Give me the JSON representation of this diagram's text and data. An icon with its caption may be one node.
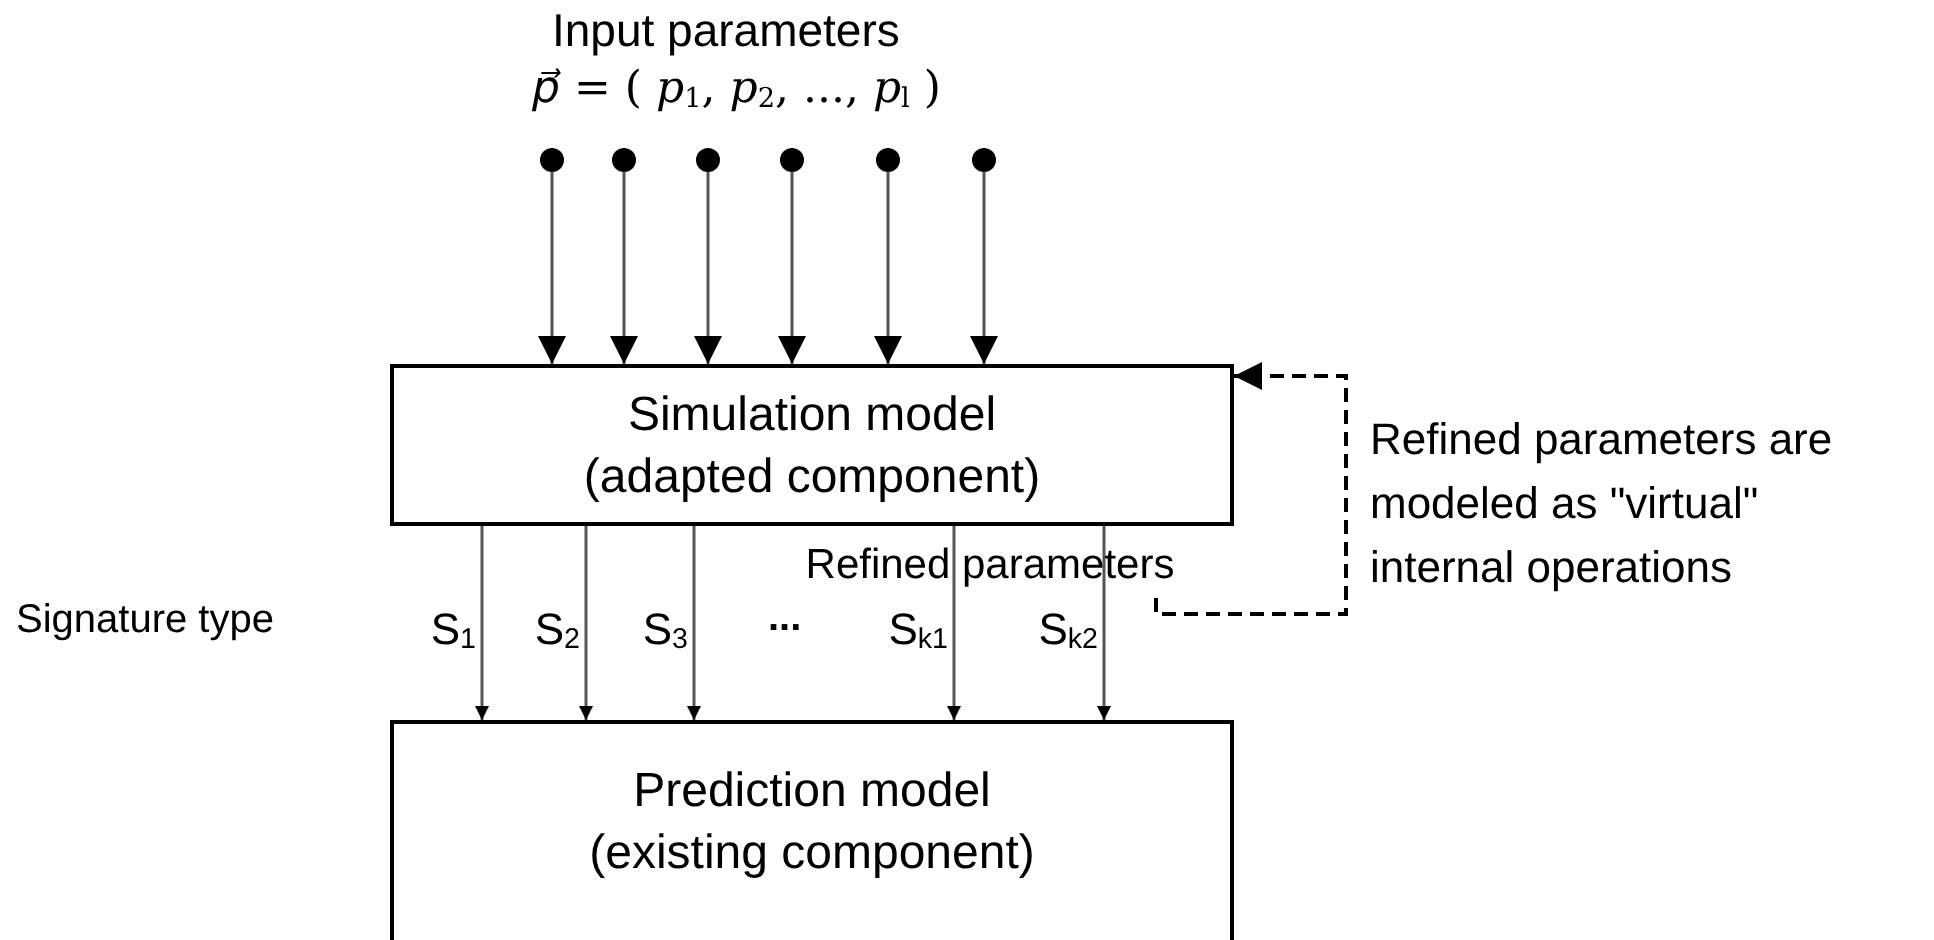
{
  "diagram": {
    "nodes": [
      {
        "text": [],
        "shape": "circle"
      },
      {
        "text": [],
        "shape": "circle"
      },
      {
        "text": [],
        "shape": "circle"
      },
      {
        "text": [],
        "shape": "circle"
      },
      {
        "text": [],
        "shape": "circle"
      },
      {
        "text": [],
        "shape": "circle"
      },
      {
        "text": [
          "Simulation model (adapted component)"
        ]
      },
      {
        "text": [
          "Refined parameters"
        ]
      },
      {
        "text": [
          "Prediction model (existing component)"
        ]
      }
    ],
    "edges": [
      {
        "from": 0,
        "to": 6,
        "arrow": "to"
      },
      {
        "from": 1,
        "to": 6,
        "arrow": "to"
      },
      {
        "from": 2,
        "to": 6,
        "arrow": "to"
      },
      {
        "from": 3,
        "to": 6,
        "arrow": "to"
      },
      {
        "from": 4,
        "to": 6,
        "arrow": "to"
      },
      {
        "from": 5,
        "to": 6,
        "arrow": "to"
      },
      {
        "from": 6,
        "to": 8,
        "arrow": "to",
        "label": "S$_{1}$"
      },
      {
        "from": 6,
        "to": 8,
        "arrow": "to",
        "label": "S$_{2}$"
      },
      {
        "from": 6,
        "to": 8,
        "arrow": "to",
        "label": "S$_{3}$"
      },
      {
        "from": 6,
        "to": 8,
        "arrow": "to",
        "label": "S$_{k1}$"
      },
      {
        "from": 6,
        "to": 8,
        "arrow": "to",
        "label": "S$_{k2}$"
      },
      {
        "from": 7,
        "to": 6,
        "arrow": "to",
        "style": "dashed"
      }
    ],
    "labels": [
      "Input parameters",
      "*p⃗* = ( *p*$_{1}$, *p*$_{2}$, ..., *p*$_{l}$ )",
      "Signature type",
      "...",
      "Refined parameters are modeled as \"virtual\" internal operations"
    ]
  }
}
